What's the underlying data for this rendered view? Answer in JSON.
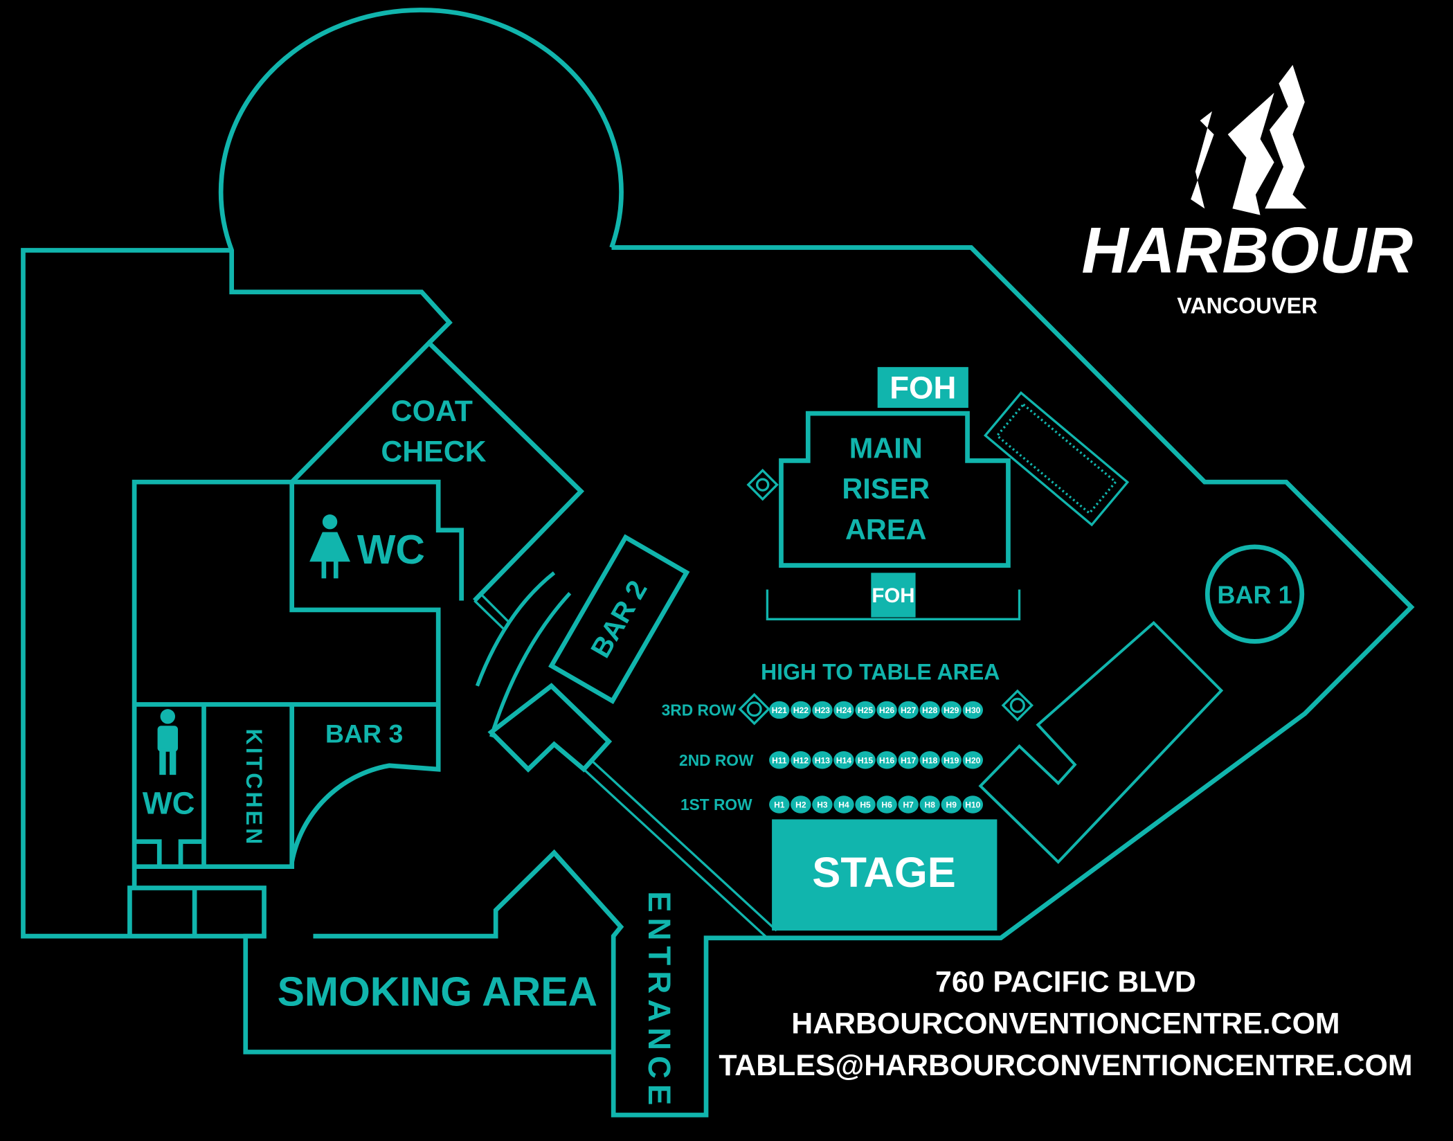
{
  "title": "Harbour Convention Centre Floor Plan",
  "logo": {
    "name": "HARBOUR",
    "sub": "VANCOUVER"
  },
  "areas": {
    "coat_check_1": "COAT",
    "coat_check_2": "CHECK",
    "wc_women": "WC",
    "wc_men": "WC",
    "bar1": "BAR 1",
    "bar2": "BAR 2",
    "bar3": "BAR 3",
    "kitchen": "KITCHEN",
    "foh_top": "FOH",
    "foh_bottom": "FOH",
    "riser_1": "MAIN",
    "riser_2": "RISER",
    "riser_3": "AREA",
    "high_table": "HIGH TO TABLE AREA",
    "stage": "STAGE",
    "smoking": "SMOKING AREA",
    "entrance": "ENTRANCE"
  },
  "rows": [
    {
      "label": "3RD ROW",
      "tables": [
        "H21",
        "H22",
        "H23",
        "H24",
        "H25",
        "H26",
        "H27",
        "H28",
        "H29",
        "H30"
      ]
    },
    {
      "label": "2ND ROW",
      "tables": [
        "H11",
        "H12",
        "H13",
        "H14",
        "H15",
        "H16",
        "H17",
        "H18",
        "H19",
        "H20"
      ]
    },
    {
      "label": "1ST ROW",
      "tables": [
        "H1",
        "H2",
        "H3",
        "H4",
        "H5",
        "H6",
        "H7",
        "H8",
        "H9",
        "H10"
      ]
    }
  ],
  "contact": {
    "address": "760 PACIFIC BLVD",
    "website": "HARBOURCONVENTIONCENTRE.COM",
    "email": "TABLES@HARBOURCONVENTIONCENTRE.COM"
  },
  "colors": {
    "accent": "#11b5ad",
    "background": "#000000"
  }
}
